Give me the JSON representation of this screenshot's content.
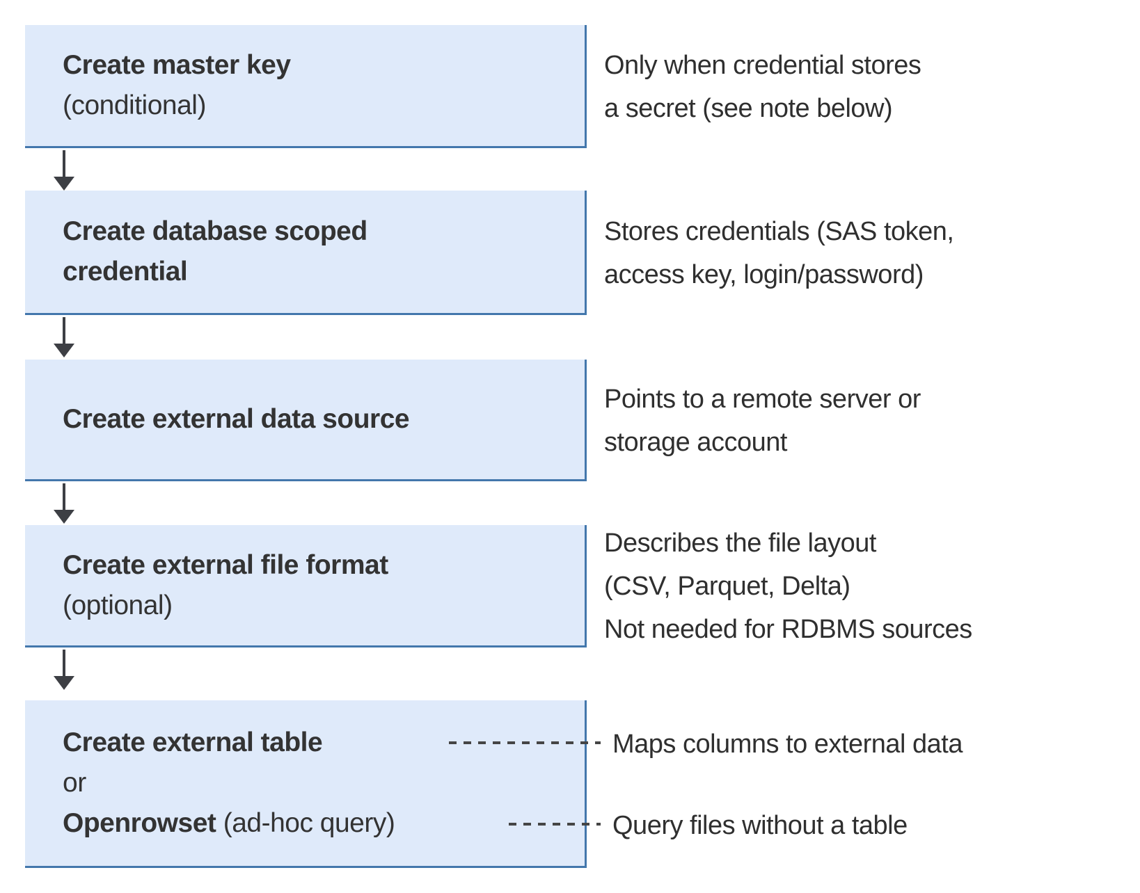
{
  "diagram": {
    "steps": [
      {
        "title": "Create master key",
        "subtitle": "(conditional)",
        "note": "Only when credential stores\na secret (see note below)"
      },
      {
        "title": "Create database scoped\ncredential",
        "note": "Stores credentials (SAS token,\naccess key, login/password)"
      },
      {
        "title": "Create external data source",
        "note": "Points to a remote server or\nstorage account"
      },
      {
        "title": "Create external file format",
        "subtitle": "(optional)",
        "note": "Describes the file layout\n(CSV, Parquet, Delta)\nNot needed for RDBMS sources"
      },
      {
        "title": "Create external table",
        "or_label": "or",
        "alt_title": "Openrowset",
        "alt_suffix": " (ad-hoc query)",
        "note_table": "Maps columns to external data",
        "note_openrowset": "Query files without a table"
      }
    ],
    "colors": {
      "box_fill": "#dfeafa",
      "box_border": "#4377ac",
      "arrow": "#3d3f44",
      "text": "#333333"
    }
  }
}
